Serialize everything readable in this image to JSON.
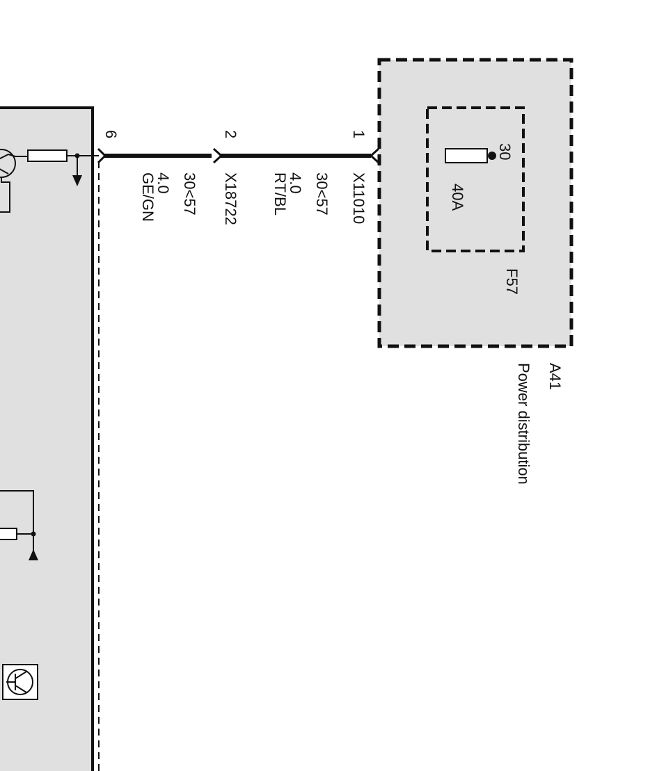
{
  "colors": {
    "background": "#ffffff",
    "module_fill": "#e0e0e0",
    "line": "#111111"
  },
  "power_distribution": {
    "id": "A41",
    "name": "Power distribution",
    "fuse": {
      "id": "F57",
      "rating": "40A",
      "terminal": "30"
    }
  },
  "connectors": [
    {
      "id": "X11010",
      "pin": "1"
    },
    {
      "id": "X18722",
      "pin": "2"
    },
    {
      "pin": "6"
    }
  ],
  "wires": [
    {
      "circuit": "30<57",
      "gauge": "4.0",
      "color": "RT/BL"
    },
    {
      "circuit": "30<57",
      "gauge": "4.0",
      "color": "GE/GN"
    }
  ]
}
